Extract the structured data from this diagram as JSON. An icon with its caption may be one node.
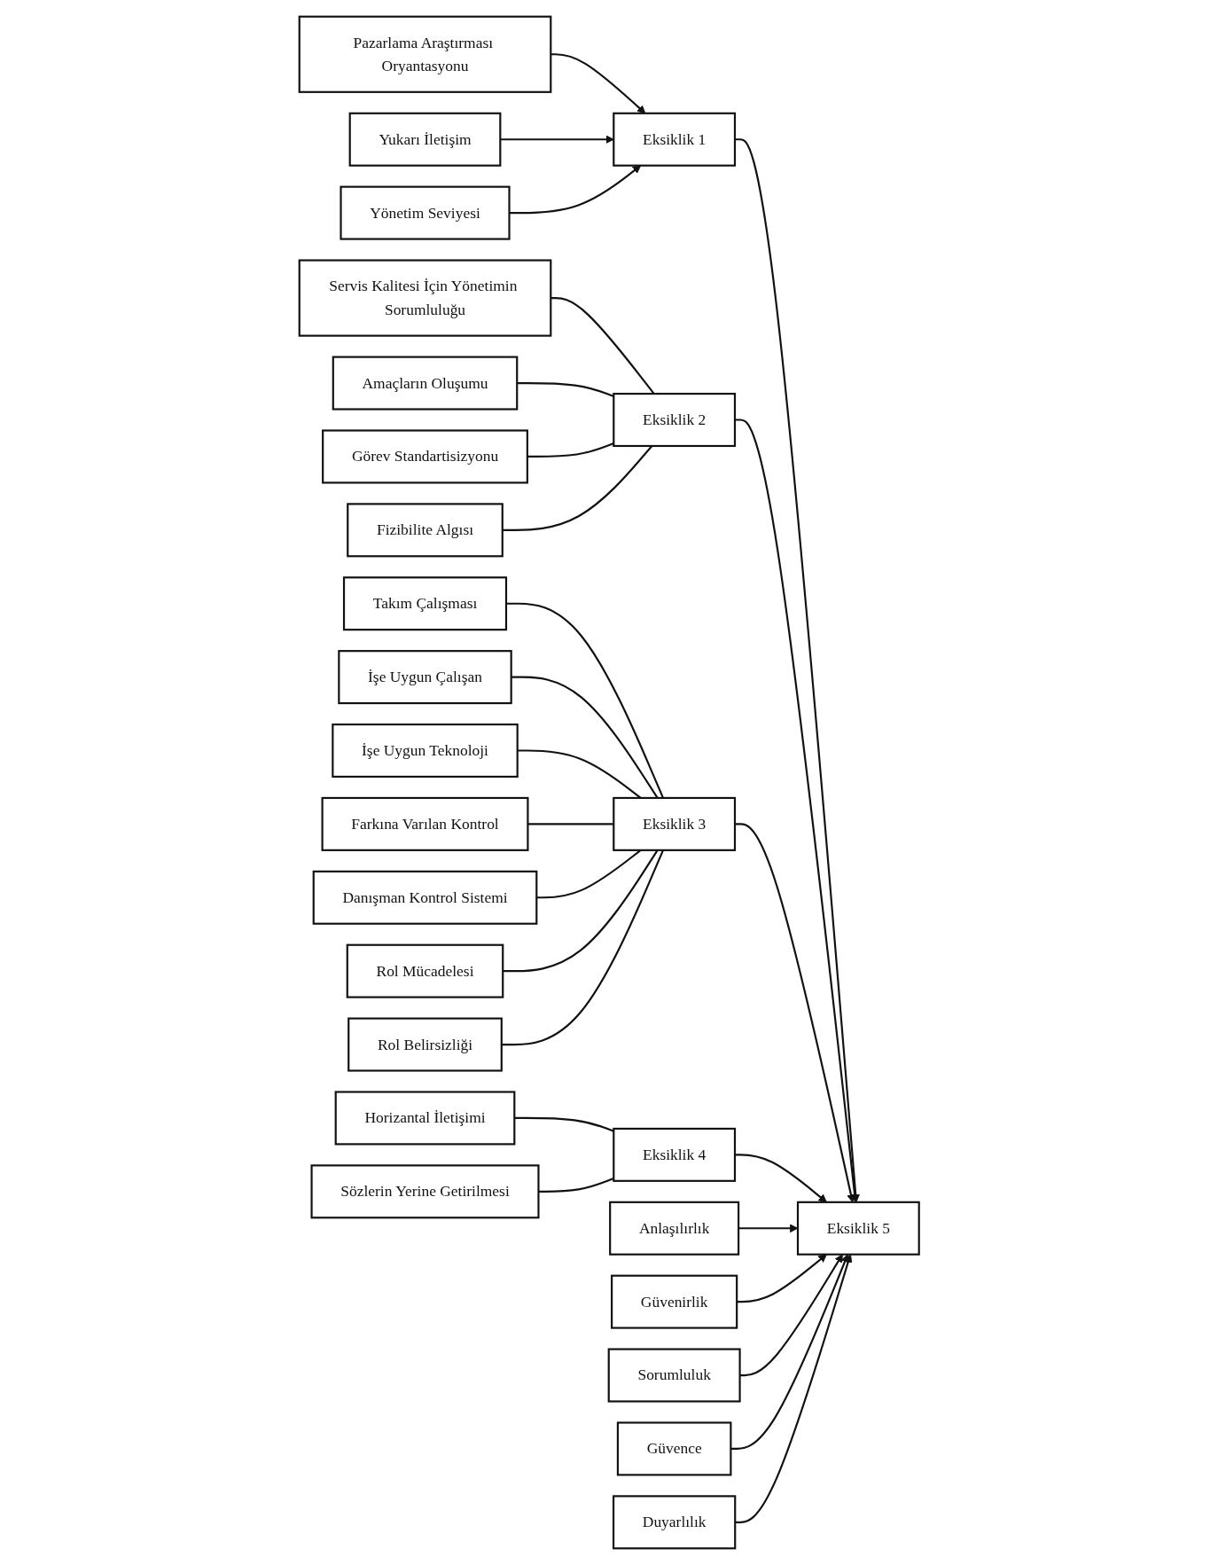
{
  "diagram": {
    "nodes": [
      {
        "text": [
          "Pazarlama Araştırması Oryantasyonu"
        ]
      },
      {
        "text": [
          "Yukarı İletişim"
        ]
      },
      {
        "text": [
          "Yönetim Seviyesi"
        ]
      },
      {
        "text": [
          "Eksiklik 1"
        ]
      },
      {
        "text": [
          "Servis Kalitesi İçin Yönetimin Sorumluluğu"
        ]
      },
      {
        "text": [
          "Amaçların Oluşumu"
        ]
      },
      {
        "text": [
          "Görev Standartisizyonu"
        ]
      },
      {
        "text": [
          "Fizibilite Algısı"
        ]
      },
      {
        "text": [
          "Eksiklik 2"
        ]
      },
      {
        "text": [
          "Anlaşılırlık"
        ]
      },
      {
        "text": [
          "Güvenirlik"
        ]
      },
      {
        "text": [
          "Eksiklik 5"
        ]
      },
      {
        "text": [
          "Sorumluluk"
        ]
      },
      {
        "text": [
          "Güvence"
        ]
      },
      {
        "text": [
          "Duyarlılık"
        ]
      },
      {
        "text": [
          "Takım Çalışması"
        ]
      },
      {
        "text": [
          "İşe Uygun Çalışan"
        ]
      },
      {
        "text": [
          "İşe Uygun Teknoloji"
        ]
      },
      {
        "text": [
          "Farkına Varılan Kontrol"
        ]
      },
      {
        "text": [
          "Danışman Kontrol Sistemi"
        ]
      },
      {
        "text": [
          "Rol Mücadelesi"
        ]
      },
      {
        "text": [
          "Rol Belirsizliği"
        ]
      },
      {
        "text": [
          "Eksiklik 3"
        ]
      },
      {
        "text": [
          "Horizantal İletişimi"
        ]
      },
      {
        "text": [
          "Sözlerin Yerine Getirilmesi"
        ]
      },
      {
        "text": [
          "Eksiklik 4"
        ]
      }
    ],
    "edges": [
      {
        "from": 0,
        "to": 3,
        "arrow": "to"
      },
      {
        "from": 1,
        "to": 3,
        "arrow": "to"
      },
      {
        "from": 2,
        "to": 3,
        "arrow": "to"
      },
      {
        "from": 4,
        "to": 8,
        "arrow": "none"
      },
      {
        "from": 5,
        "to": 8,
        "arrow": "none"
      },
      {
        "from": 6,
        "to": 8,
        "arrow": "none"
      },
      {
        "from": 7,
        "to": 8,
        "arrow": "none"
      },
      {
        "from": 15,
        "to": 22,
        "arrow": "none"
      },
      {
        "from": 16,
        "to": 22,
        "arrow": "none"
      },
      {
        "from": 17,
        "to": 22,
        "arrow": "none"
      },
      {
        "from": 18,
        "to": 22,
        "arrow": "none"
      },
      {
        "from": 19,
        "to": 22,
        "arrow": "none"
      },
      {
        "from": 20,
        "to": 22,
        "arrow": "none"
      },
      {
        "from": 21,
        "to": 22,
        "arrow": "none"
      },
      {
        "from": 23,
        "to": 25,
        "arrow": "none"
      },
      {
        "from": 24,
        "to": 25,
        "arrow": "none"
      },
      {
        "from": 3,
        "to": 11,
        "arrow": "to"
      },
      {
        "from": 8,
        "to": 11,
        "arrow": "to"
      },
      {
        "from": 22,
        "to": 11,
        "arrow": "to"
      },
      {
        "from": 25,
        "to": 11,
        "arrow": "to"
      },
      {
        "from": 9,
        "to": 11,
        "arrow": "to"
      },
      {
        "from": 10,
        "to": 11,
        "arrow": "to"
      },
      {
        "from": 12,
        "to": 11,
        "arrow": "to"
      },
      {
        "from": 13,
        "to": 11,
        "arrow": "to"
      },
      {
        "from": 14,
        "to": 11,
        "arrow": "to"
      }
    ]
  }
}
